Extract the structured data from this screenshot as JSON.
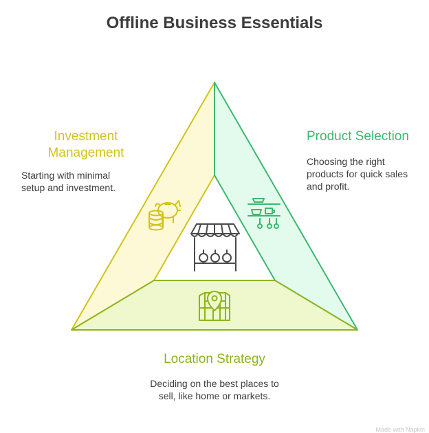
{
  "title": "Offline Business Essentials",
  "sections": {
    "investment": {
      "heading": "Investment Management",
      "description": "Starting with minimal setup and investment.",
      "color": "#d4c21a",
      "fill": "#fdf9d6",
      "icons": [
        "piggy-bank-icon",
        "coin-stack-icon"
      ]
    },
    "product": {
      "heading": "Product Selection",
      "description": "Choosing the right products for quick sales and profit.",
      "color": "#3bb86e",
      "fill": "#e3fbec",
      "icons": [
        "shelf-with-products-icon"
      ]
    },
    "location": {
      "heading": "Location Strategy",
      "description": "Deciding on the best places to sell, like home or markets.",
      "color": "#8db41f",
      "fill": "#eef8cc",
      "icons": [
        "map-pin-icon"
      ]
    }
  },
  "center_icon": "market-stall-icon",
  "footer": "Made with Napkin"
}
